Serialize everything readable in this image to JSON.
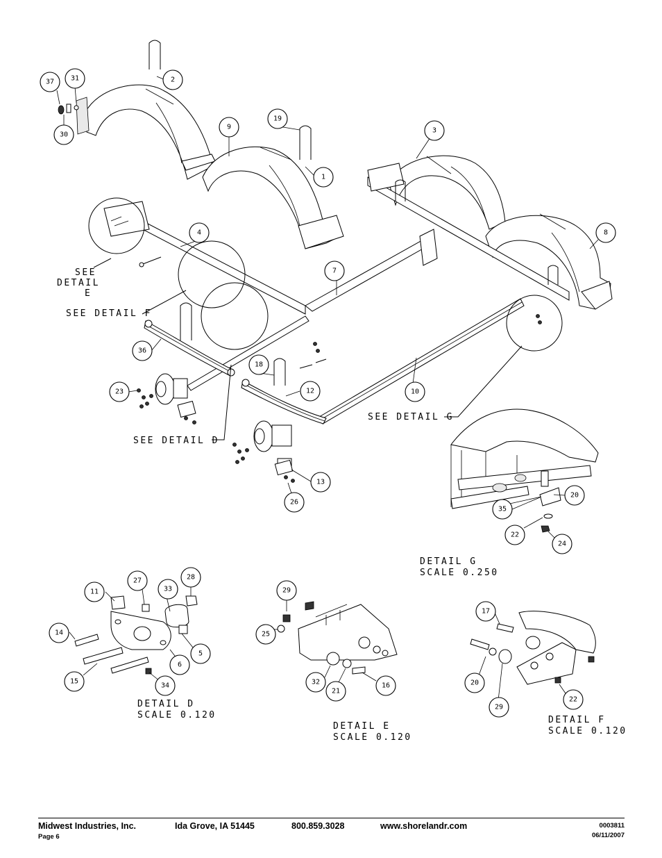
{
  "balloons": [
    {
      "id": "2"
    },
    {
      "id": "37"
    },
    {
      "id": "31"
    },
    {
      "id": "30"
    },
    {
      "id": "9"
    },
    {
      "id": "19"
    },
    {
      "id": "1"
    },
    {
      "id": "3"
    },
    {
      "id": "8"
    },
    {
      "id": "4"
    },
    {
      "id": "7"
    },
    {
      "id": "36"
    },
    {
      "id": "23"
    },
    {
      "id": "18"
    },
    {
      "id": "12"
    },
    {
      "id": "10"
    },
    {
      "id": "13"
    },
    {
      "id": "26"
    },
    {
      "id": "20"
    },
    {
      "id": "35"
    },
    {
      "id": "22"
    },
    {
      "id": "24"
    },
    {
      "id": "11"
    },
    {
      "id": "27"
    },
    {
      "id": "33"
    },
    {
      "id": "28"
    },
    {
      "id": "14"
    },
    {
      "id": "5"
    },
    {
      "id": "6"
    },
    {
      "id": "15"
    },
    {
      "id": "34"
    },
    {
      "id": "29"
    },
    {
      "id": "25"
    },
    {
      "id": "32"
    },
    {
      "id": "21"
    },
    {
      "id": "16"
    },
    {
      "id": "17"
    },
    {
      "id": "20"
    },
    {
      "id": "29"
    },
    {
      "id": "22"
    }
  ],
  "callouts": {
    "see_detail_e": [
      "SEE",
      "DETAIL",
      "E"
    ],
    "see_detail_f": "SEE DETAIL  F",
    "see_detail_d": "SEE DETAIL  D",
    "see_detail_g": "SEE DETAIL  G"
  },
  "detail_captions": {
    "d": [
      "DETAIL  D",
      "SCALE  0.120"
    ],
    "e": [
      "DETAIL  E",
      "SCALE  0.120"
    ],
    "f": [
      "DETAIL  F",
      "SCALE  0.120"
    ],
    "g": [
      "DETAIL  G",
      "SCALE  0.250"
    ]
  },
  "footer": {
    "company": "Midwest Industries, Inc.",
    "city": "Ida Grove, IA  51445",
    "phone": "800.859.3028",
    "website": "www.shorelandr.com",
    "page": "Page 6",
    "doc_number": "0003811",
    "date": "06/11/2007"
  }
}
